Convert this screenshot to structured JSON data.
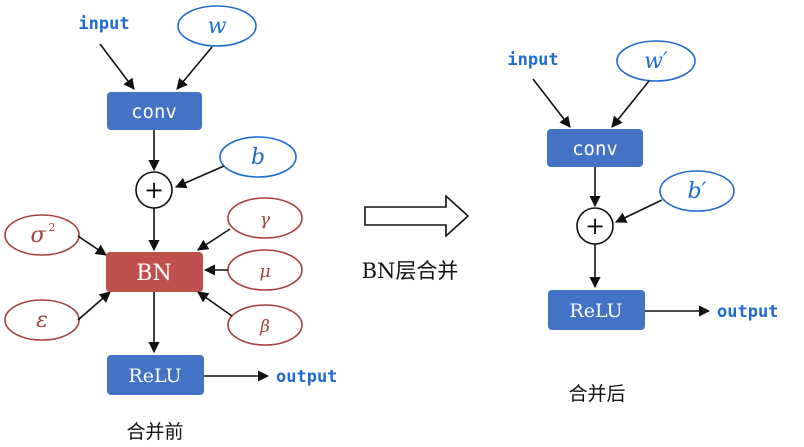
{
  "colors": {
    "blue_box": "#4472c4",
    "red_box": "#c0504d",
    "blue_text": "#1f6bd1",
    "red_text": "#a5403e",
    "line": "#111111"
  },
  "before": {
    "input": "input",
    "w": "w",
    "conv": "conv",
    "b": "b",
    "plus": "+",
    "sigma": "σ",
    "sigma_sup": "2",
    "epsilon": "ε",
    "bn": "BN",
    "gamma": "γ",
    "mu": "μ",
    "beta": "β",
    "relu": "ReLU",
    "output": "output",
    "caption": "合并前"
  },
  "middle": {
    "label": "BN层合并"
  },
  "after": {
    "input": "input",
    "w": "w′",
    "conv": "conv",
    "b": "b′",
    "plus": "+",
    "relu": "ReLU",
    "output": "output",
    "caption": "合并后"
  }
}
